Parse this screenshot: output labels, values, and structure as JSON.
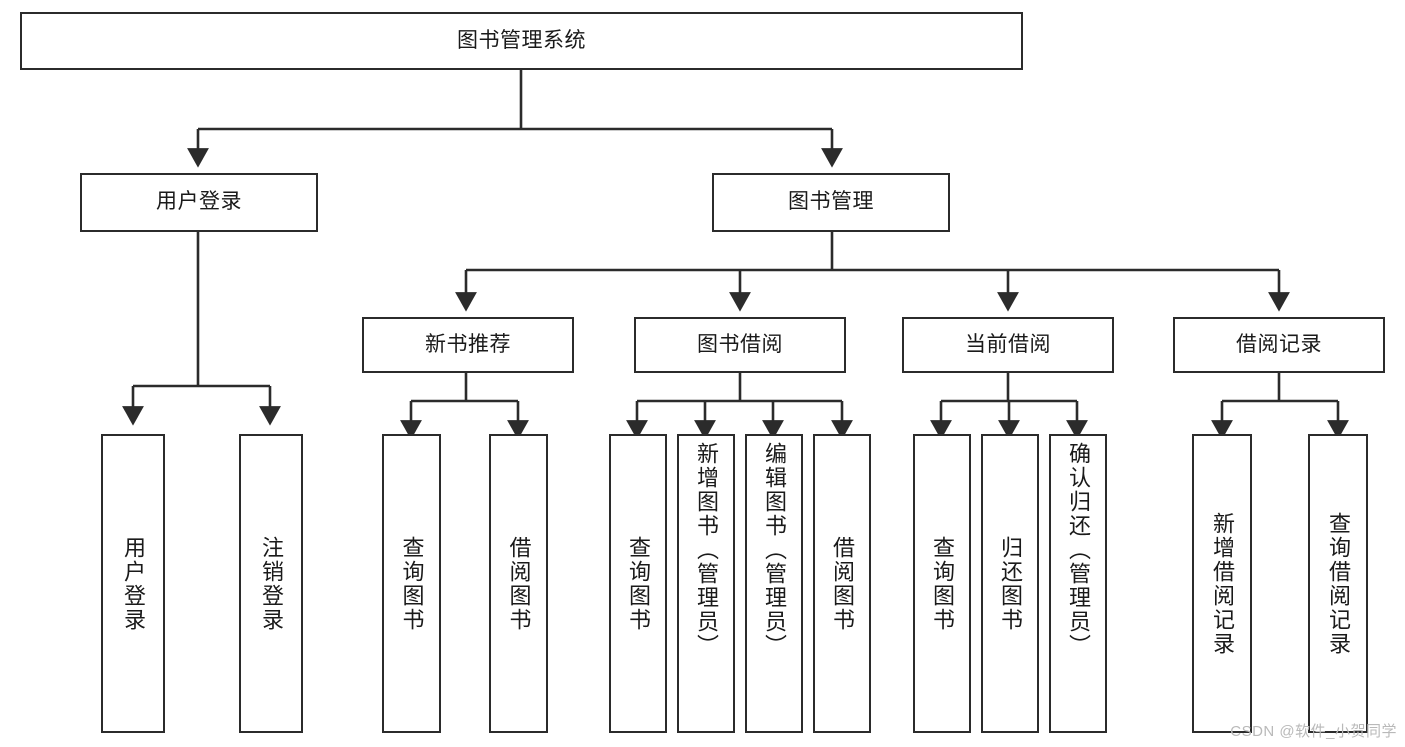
{
  "diagram": {
    "title": "图书管理系统",
    "type": "hierarchy-tree",
    "stroke_color": "#2b2b2b",
    "fill_color": "#ffffff",
    "text_color": "#1a1a1a",
    "watermark": "CSDN @软件_小贺同学",
    "levels": {
      "root": {
        "label": "图书管理系统"
      },
      "level1": [
        {
          "label": "用户登录"
        },
        {
          "label": "图书管理"
        }
      ],
      "level2": [
        {
          "label": "新书推荐"
        },
        {
          "label": "图书借阅"
        },
        {
          "label": "当前借阅"
        },
        {
          "label": "借阅记录"
        }
      ],
      "leaves": {
        "user_login": [
          {
            "label": "用户登录"
          },
          {
            "label": "注销登录"
          }
        ],
        "new_book_recommend": [
          {
            "label": "查询图书"
          },
          {
            "label": "借阅图书"
          }
        ],
        "book_borrow": [
          {
            "label": "查询图书"
          },
          {
            "label": "新增图书（管理员）"
          },
          {
            "label": "编辑图书（管理员）"
          },
          {
            "label": "借阅图书"
          }
        ],
        "current_borrow": [
          {
            "label": "查询图书"
          },
          {
            "label": "归还图书"
          },
          {
            "label": "确认归还（管理员）"
          }
        ],
        "borrow_record": [
          {
            "label": "新增借阅记录"
          },
          {
            "label": "查询借阅记录"
          }
        ]
      }
    }
  }
}
